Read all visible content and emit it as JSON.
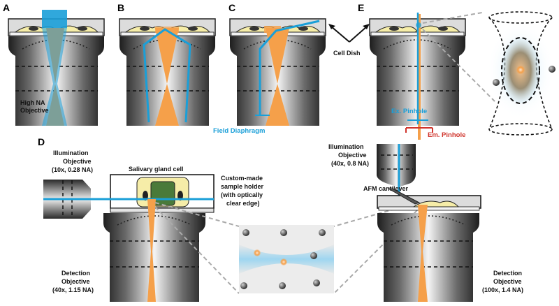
{
  "panels": {
    "A": "A",
    "B": "B",
    "C": "C",
    "D": "D",
    "E": "E"
  },
  "labels": {
    "high_na": [
      "High NA",
      "Objective"
    ],
    "cell_dish": "Cell Dish",
    "field_diaphragm": "Field Diaphragm",
    "ex_pinhole": "Ex. Pinhole",
    "em_pinhole": "Em. Pinhole",
    "illum_left": [
      "Illumination",
      "Objective",
      "(10x, 0.28 NA)"
    ],
    "salivary": "Salivary gland cell",
    "custom_holder": [
      "Custom-made",
      "sample holder",
      "(with optically",
      "clear edge)"
    ],
    "detect_left": [
      "Detection",
      "Objective",
      "(40x, 1.15 NA)"
    ],
    "illum_right": [
      "Illumination",
      "Objective",
      "(40x, 0.8 NA)"
    ],
    "afm": "AFM cantilever",
    "detect_right": [
      "Detection",
      "Objective",
      "(100x, 1.4 NA)"
    ]
  },
  "colors": {
    "blue_beam": "#1a9fd8",
    "orange_beam": "#f5a04a",
    "em_pinhole": "#d0342c",
    "cell_fill": "#f6eda8",
    "nucleus_fill": "#4a7a3a",
    "dish_fill": "#d8d8d8"
  }
}
